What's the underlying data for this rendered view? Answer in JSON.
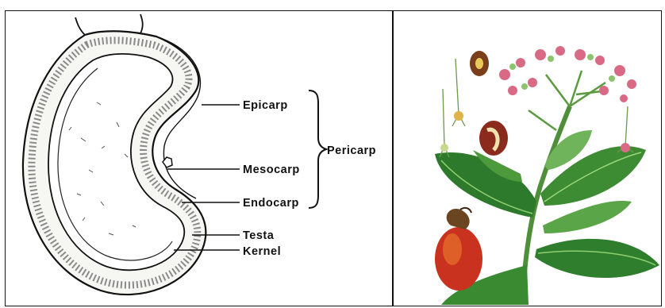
{
  "labels": {
    "epicarp": "Epicarp",
    "mesocarp": "Mesocarp",
    "endocarp": "Endocarp",
    "pericarp": "Pericarp",
    "testa": "Testa",
    "kernel": "Kernel"
  },
  "colors": {
    "ink": "#111111",
    "leaf_dark": "#2e7a2c",
    "leaf_light": "#6fb35a",
    "apple_red": "#c8321f",
    "apple_orange": "#e56a2a",
    "nut_brown": "#6b4420",
    "flower_pink": "#d96a86",
    "stem_green": "#4f8f3a"
  }
}
